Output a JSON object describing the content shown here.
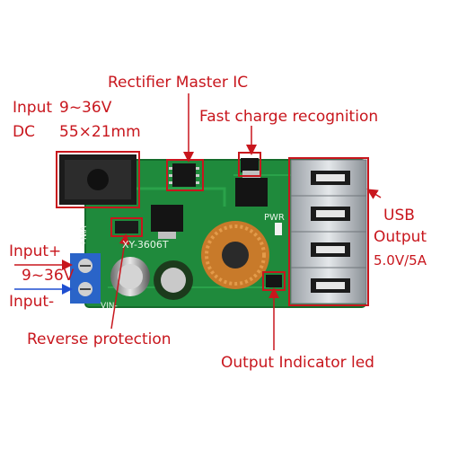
{
  "labels": {
    "input_dc_prefix": "Input",
    "input_dc_range": "9~36V",
    "input_dc_type": "DC",
    "input_dc_size": "55×21mm",
    "rectifier": "Rectifier Master IC",
    "fast_charge": "Fast charge recognition",
    "usb_line1": "USB",
    "usb_line2": "Output",
    "output_rating": "5.0V/5A",
    "input_plus": "Input+",
    "terminal_range": "9~36V",
    "input_minus": "Input-",
    "reverse": "Reverse protection",
    "indicator": "Output Indicator led"
  },
  "board": {
    "model": "XY-3606T",
    "pwr": "PWR",
    "vin_plus": "VIN+",
    "vin_minus": "VIN-"
  },
  "colors": {
    "board": "#1f8a3c",
    "label_red": "#c8161d",
    "arrow_blue": "#1f4fd1"
  }
}
